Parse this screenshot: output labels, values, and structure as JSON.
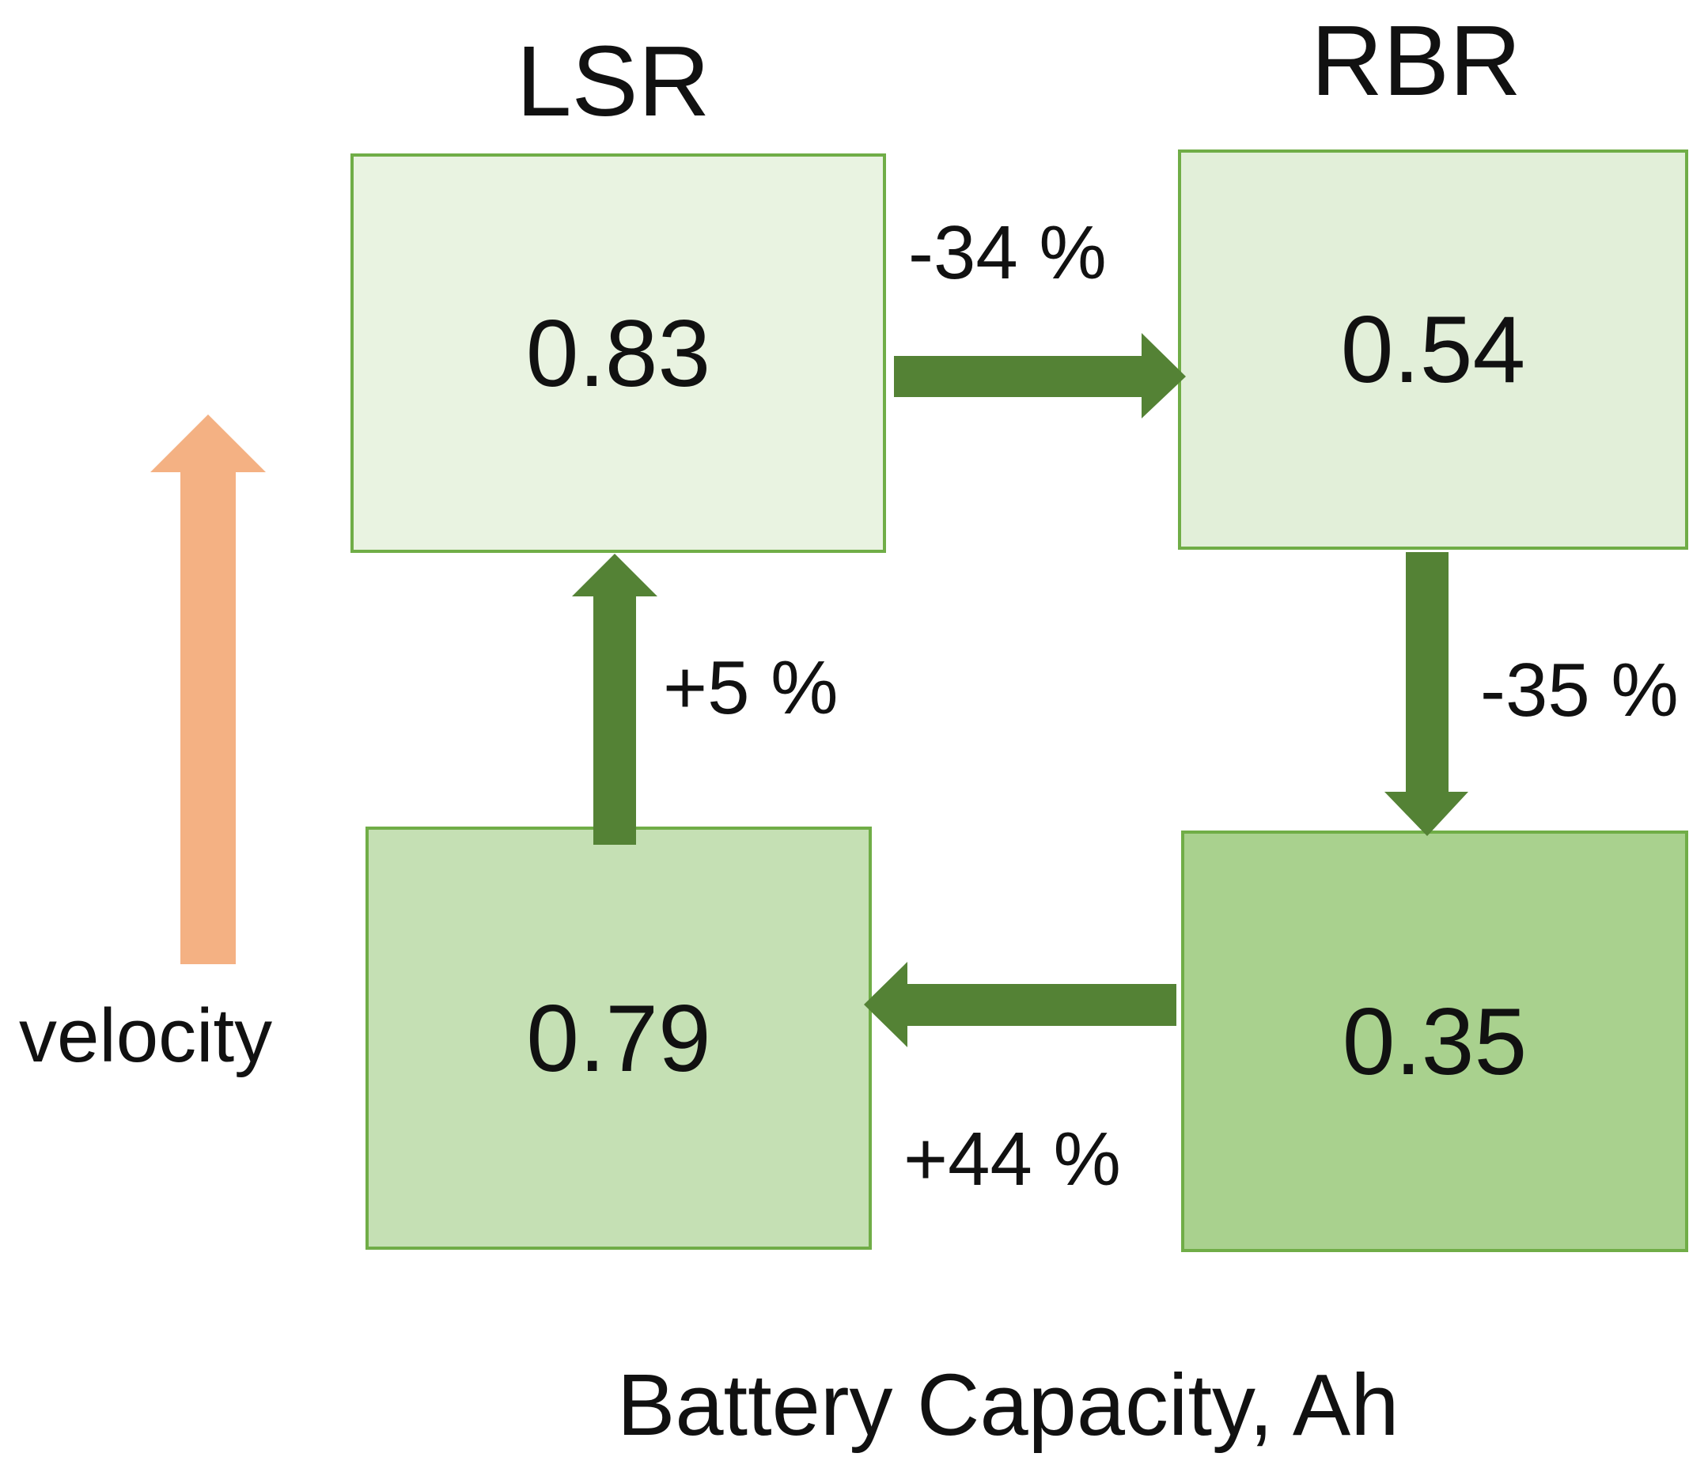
{
  "columns": {
    "left_title": "LSR",
    "right_title": "RBR"
  },
  "boxes": {
    "top_left": {
      "value": "0.83",
      "fill": "#e9f3e1"
    },
    "top_right": {
      "value": "0.54",
      "fill": "#e2efd9"
    },
    "bottom_left": {
      "value": "0.79",
      "fill": "#c5e0b4"
    },
    "bottom_right": {
      "value": "0.35",
      "fill": "#a9d18e"
    }
  },
  "transitions": {
    "top": {
      "change": "-34 %",
      "direction": "right"
    },
    "right": {
      "change": "-35 %",
      "direction": "down"
    },
    "bottom": {
      "change": "+44 %",
      "direction": "left"
    },
    "left": {
      "change": "+5 %",
      "direction": "up"
    }
  },
  "axis": {
    "vertical_label": "velocity",
    "horizontal_label": "Battery Capacity, Ah"
  },
  "colors": {
    "arrow": "#548235",
    "box_border": "#70ad47",
    "velocity_arrow": "#f4b183"
  }
}
